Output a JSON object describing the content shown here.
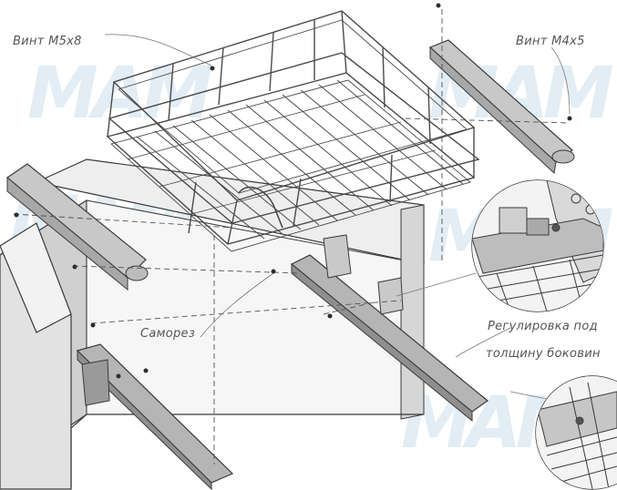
{
  "labels": {
    "screw_m5": "Винт М5х8",
    "screw_m4": "Винт М4х5",
    "self_tap": "Саморез",
    "adjust_line1": "Регулировка под",
    "adjust_line2": "толщину боковин"
  },
  "watermark": "MAM",
  "colors": {
    "line": "#3a3a3a",
    "panel_side": "#cfcfcf",
    "panel_front": "#f4f4f4",
    "metal": "#9a9a9a",
    "watermark": "#cfe0ee"
  }
}
